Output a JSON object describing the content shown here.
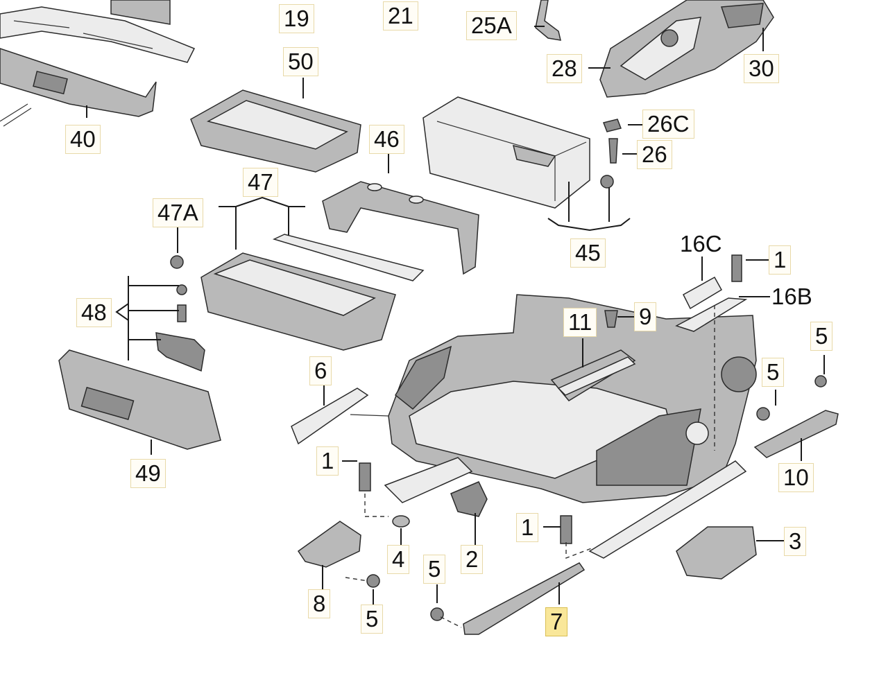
{
  "labels": {
    "l19": "19",
    "l21": "21",
    "l25a": "25A",
    "l28": "28",
    "l30": "30",
    "l50": "50",
    "l40": "40",
    "l46": "46",
    "l26c": "26C",
    "l26": "26",
    "l47": "47",
    "l47a": "47A",
    "l45": "45",
    "l16c": "16C",
    "l1a": "1",
    "l16b": "16B",
    "l48": "48",
    "l11": "11",
    "l9": "9",
    "l5a": "5",
    "l5b": "5",
    "l6": "6",
    "l49": "49",
    "l1b": "1",
    "l10": "10",
    "l1c": "1",
    "l3": "3",
    "l4": "4",
    "l2": "2",
    "l5c": "5",
    "l8": "8",
    "l5d": "5",
    "l7": "7"
  },
  "highlight": "7",
  "colors": {
    "highlight_fill": "#f9e79a",
    "label_border": "#e8d9a8"
  }
}
